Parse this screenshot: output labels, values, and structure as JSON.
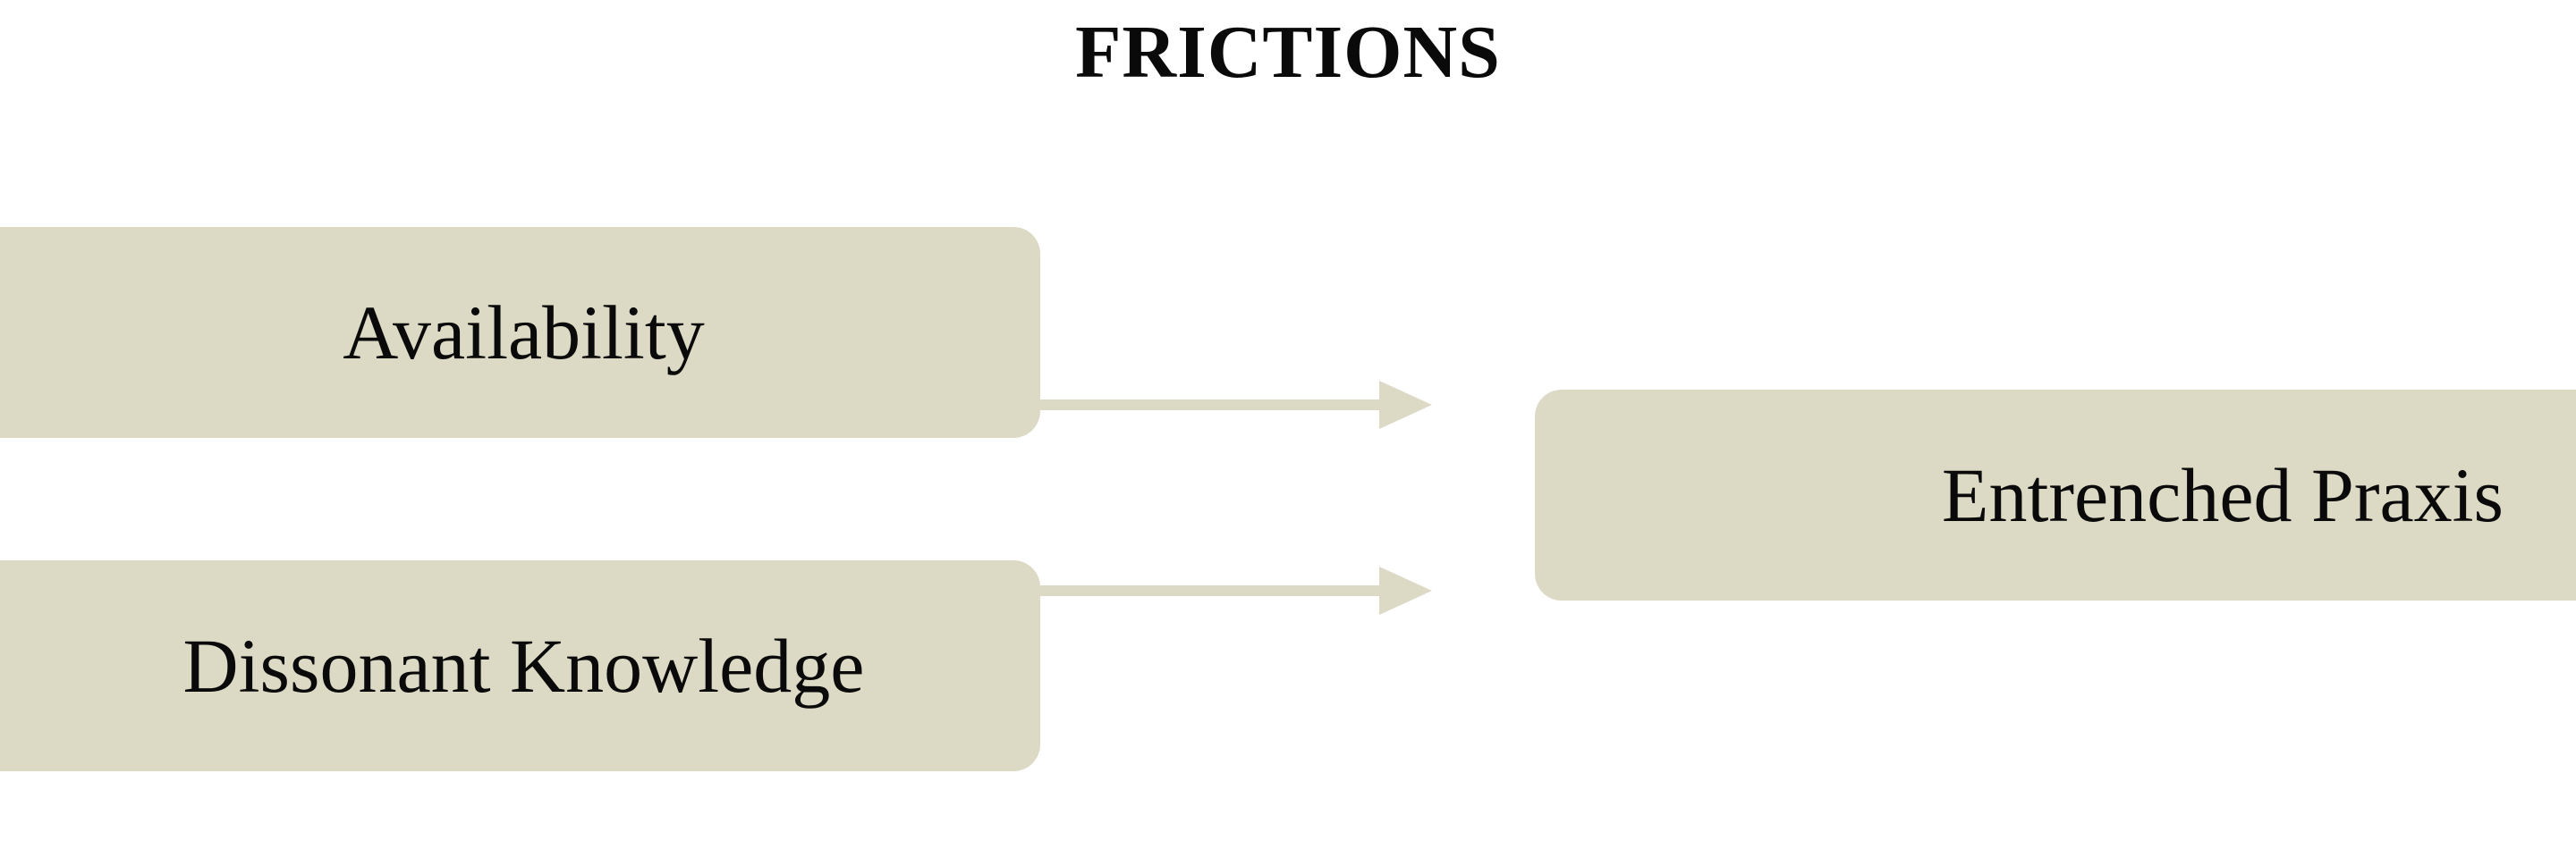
{
  "title": "FRICTIONS",
  "colors": {
    "box_fill": "#dcd9c5",
    "arrow": "#dcd9c5",
    "text": "#0a0a0a",
    "background": "#ffffff"
  },
  "nodes": [
    {
      "id": "availability",
      "label": "Availability"
    },
    {
      "id": "dissonant",
      "label": "Dissonant Knowledge"
    },
    {
      "id": "entrenched",
      "label": "Entrenched Praxis"
    }
  ],
  "edges": [
    {
      "from": "availability",
      "to": "entrenched"
    },
    {
      "from": "dissonant",
      "to": "entrenched"
    }
  ]
}
